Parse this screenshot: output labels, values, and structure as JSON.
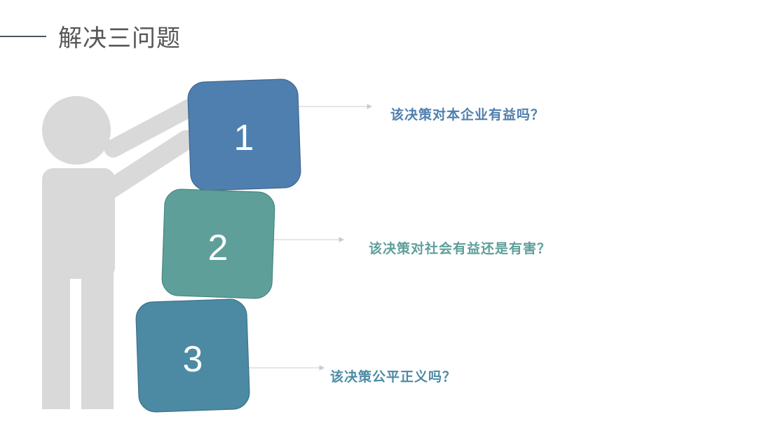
{
  "title": "解决三问题",
  "colors": {
    "box1": "#4f7fae",
    "box2": "#5e9f99",
    "box3": "#4c8aa4",
    "q1": "#4f7fae",
    "q2": "#5e9f99",
    "q3": "#4c8aa4",
    "figure": "#d9d9d9",
    "title_rule": "#4a5560"
  },
  "steps": [
    {
      "number": "1",
      "question": "该决策对本企业有益吗？"
    },
    {
      "number": "2",
      "question": "该决策对社会有益还是有害？"
    },
    {
      "number": "3",
      "question": "该决策公平正义吗？"
    }
  ]
}
